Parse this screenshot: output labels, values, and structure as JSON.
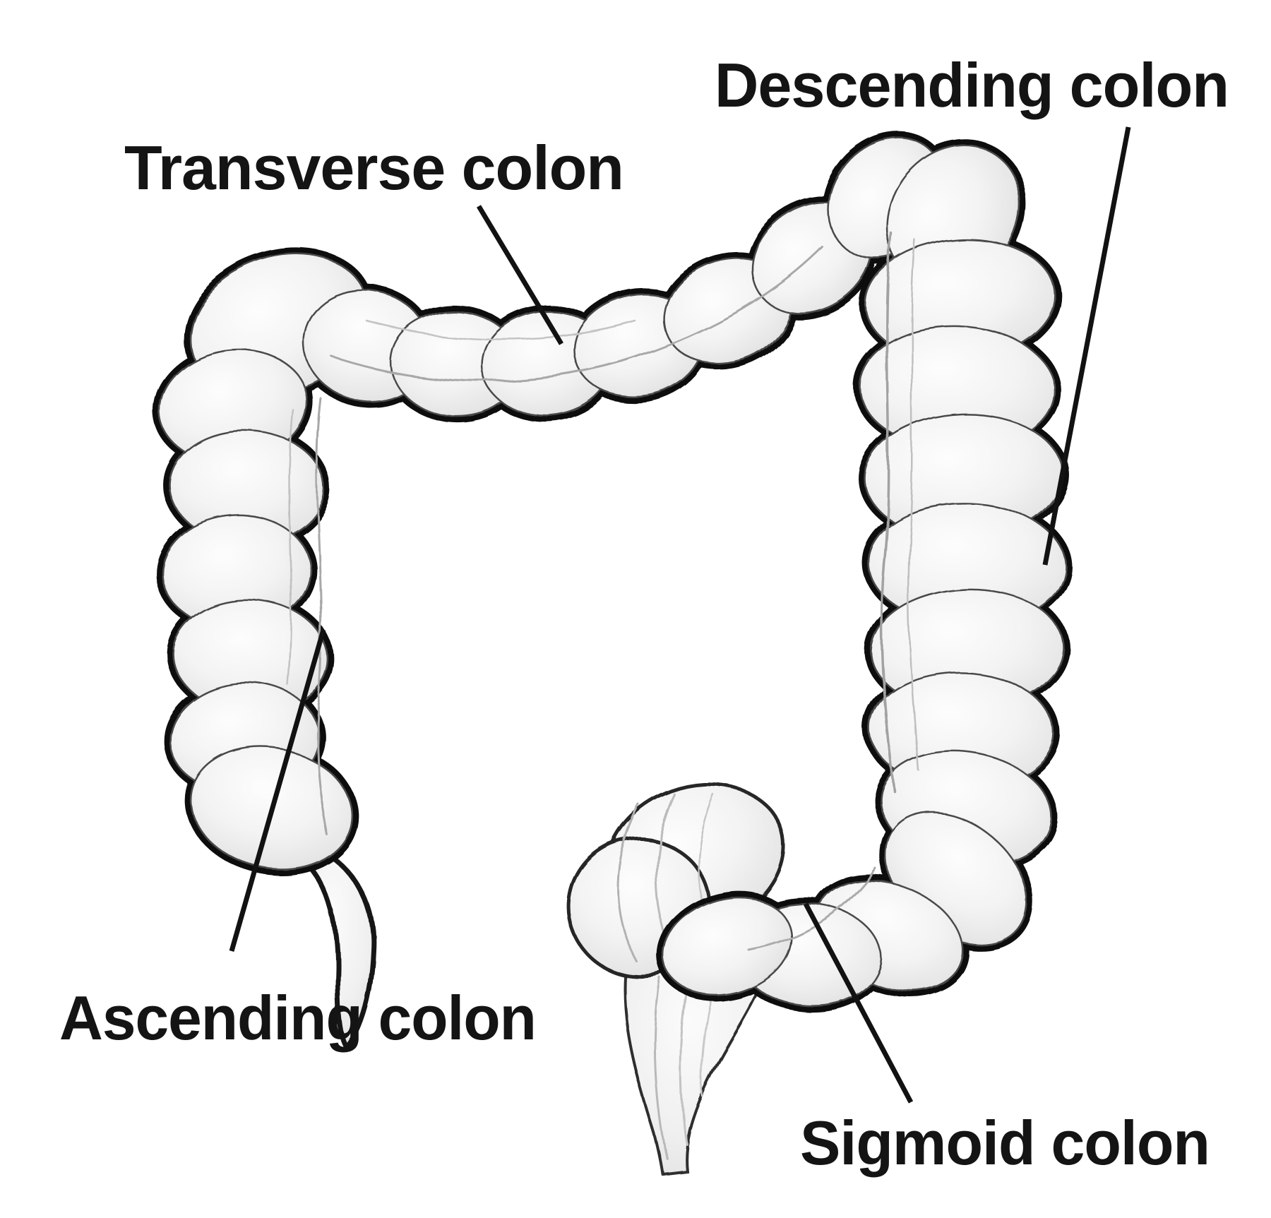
{
  "figure": {
    "background_color": "#ffffff",
    "ink_color": "#141414",
    "shading_color": "#e4e4e4",
    "labels": {
      "transverse": "Transverse colon",
      "descending": "Descending colon",
      "ascending": "Ascending colon",
      "sigmoid": "Sigmoid colon"
    }
  }
}
